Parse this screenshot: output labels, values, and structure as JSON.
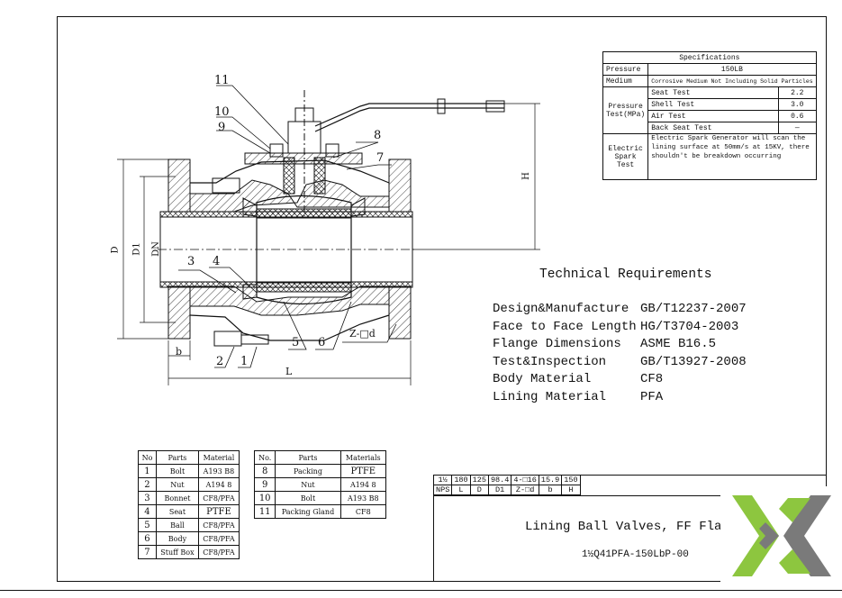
{
  "spec": {
    "title": "Specifications",
    "pressure_label": "Pressure",
    "pressure_value": "150LB",
    "medium_label": "Medium",
    "medium_value": "Corrosive Medium Not Including Solid Particles",
    "pressure_test_label": "Pressure Test(MPa)",
    "tests": [
      {
        "name": "Seat Test",
        "value": "2.2"
      },
      {
        "name": "Shell Test",
        "value": "3.0"
      },
      {
        "name": "Air Test",
        "value": "0.6"
      },
      {
        "name": "Back Seat Test",
        "value": "—"
      }
    ],
    "spark_label": "Electric Spark Test",
    "spark_text": "Electric Spark Generator will scan the lining surface at 50mm/s at 15KV, there shouldn't be breakdown occurring"
  },
  "requirements": {
    "title": "Technical Requirements",
    "items": [
      {
        "label": "Design&Manufacture",
        "value": "GB/T12237-2007"
      },
      {
        "label": "Face to Face Length",
        "value": "HG/T3704-2003"
      },
      {
        "label": "Flange Dimensions",
        "value": "ASME B16.5"
      },
      {
        "label": "Test&Inspection",
        "value": "GB/T13927-2008"
      },
      {
        "label": "Body Material",
        "value": "CF8"
      },
      {
        "label": "Lining Material",
        "value": "PFA"
      }
    ]
  },
  "parts_table_1": {
    "headers": [
      "No",
      "Parts",
      "Material"
    ],
    "rows": [
      [
        "1",
        "Bolt",
        "A193 B8"
      ],
      [
        "2",
        "Nut",
        "A194 8"
      ],
      [
        "3",
        "Bonnet",
        "CF8/PFA"
      ],
      [
        "4",
        "Seat",
        "PTFE"
      ],
      [
        "5",
        "Ball",
        "CF8/PFA"
      ],
      [
        "6",
        "Body",
        "CF8/PFA"
      ],
      [
        "7",
        "Stuff Box",
        "CF8/PFA"
      ]
    ]
  },
  "parts_table_2": {
    "headers": [
      "No.",
      "Parts",
      "Materials"
    ],
    "rows": [
      [
        "8",
        "Packing",
        "PTFE"
      ],
      [
        "9",
        "Nut",
        "A194 8"
      ],
      [
        "10",
        "Bolt",
        "A193 B8"
      ],
      [
        "11",
        "Packing Gland",
        "CF8"
      ]
    ]
  },
  "dimensions": {
    "values": [
      "1½",
      "180",
      "125",
      "98.4",
      "4-□16",
      "15.9",
      "150"
    ],
    "headers": [
      "NPS",
      "L",
      "D",
      "D1",
      "Z-□d",
      "b",
      "H"
    ]
  },
  "title_block": {
    "name": "Lining Ball Valves, FF Flang",
    "model": "1½Q41PFA-150LbP-00"
  },
  "drawing": {
    "balloons": [
      "1",
      "2",
      "3",
      "4",
      "5",
      "6",
      "7",
      "8",
      "9",
      "10",
      "11"
    ],
    "dim_labels": {
      "D": "D",
      "D1": "D1",
      "DN": "DN",
      "H": "H",
      "L": "L",
      "b": "b",
      "zd": "Z-□d"
    }
  },
  "colors": {
    "logo_green": "#8dc63f",
    "logo_gray": "#7a7a7a",
    "line": "#111111"
  }
}
